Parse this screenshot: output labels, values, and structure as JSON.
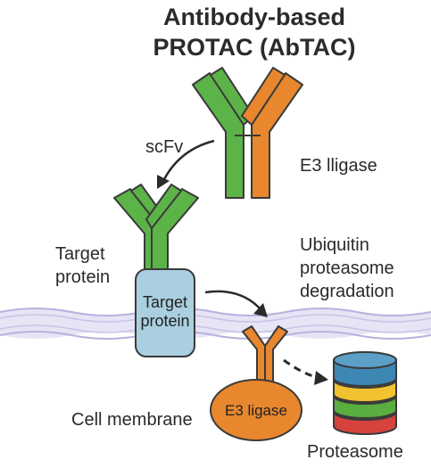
{
  "title": {
    "line1": "Antibody-based",
    "line2": "PROTAC (AbTAC)"
  },
  "labels": {
    "scfv": "scFv",
    "e3_ligase_top": "E3 lligase",
    "target_protein_outer_line1": "Target",
    "target_protein_outer_line2": "protein",
    "target_protein_box_line1": "Target",
    "target_protein_box_line2": "protein",
    "ubiquitin_line1": "Ubiquitin",
    "ubiquitin_line2": "proteasome",
    "ubiquitin_line3": "degradation",
    "e3_ligase_bottom": "E3 ligase",
    "cell_membrane": "Cell membrane",
    "proteasome": "Proteasome"
  },
  "colors": {
    "green": "#5cb347",
    "orange": "#e8872e",
    "target_box": "#a9cfe0",
    "membrane": "#d6d3ee",
    "proteasome_blue": "#3d87b5",
    "proteasome_yellow": "#f2c230",
    "proteasome_green": "#5aae3f",
    "proteasome_red": "#d6433d"
  }
}
